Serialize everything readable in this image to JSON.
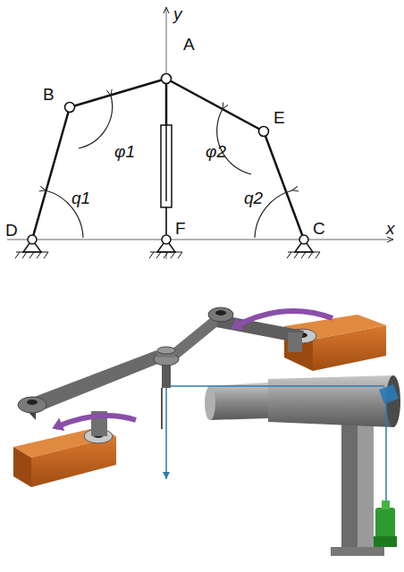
{
  "diagram": {
    "labels": [
      "y",
      "A",
      "B",
      "E",
      "φ1",
      "φ2",
      "D",
      "q1",
      "F",
      "q2",
      "C",
      "x"
    ]
  }
}
